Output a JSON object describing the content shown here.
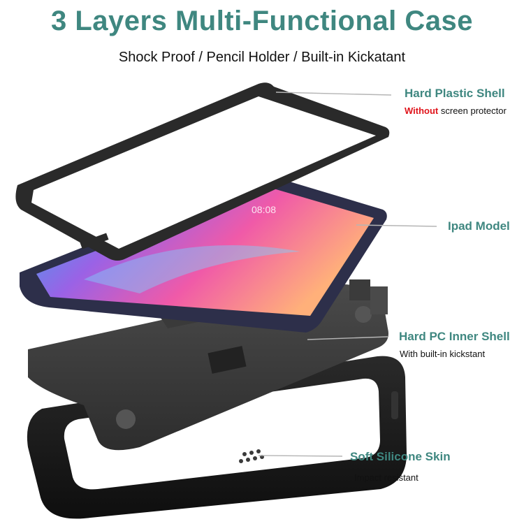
{
  "title": "3 Layers Multi-Functional Case",
  "subtitle": "Shock Proof / Pencil Holder / Built-in Kickatant",
  "colors": {
    "accent": "#3f8780",
    "warning": "#e0141b"
  },
  "tablet": {
    "clock": "08:08"
  },
  "layers": [
    {
      "label": "Hard Plastic Shell",
      "note_emphasis": "Without",
      "note": " screen protector"
    },
    {
      "label": "Ipad Model",
      "note_emphasis": "",
      "note": ""
    },
    {
      "label": "Hard PC Inner Shell",
      "note_emphasis": "",
      "note": "With built-in kickstant"
    },
    {
      "label": "Soft Silicone Skin",
      "note_emphasis": "",
      "note": "Impact resistant"
    }
  ]
}
